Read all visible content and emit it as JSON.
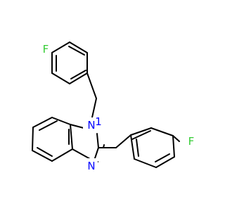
{
  "structure": {
    "atom_labels": {
      "f_top": "F",
      "f_right": "F",
      "n1": "N",
      "n1_number": "1",
      "n3": "N"
    },
    "colors": {
      "bond": "#000000",
      "fluorine": "#33cc33",
      "nitrogen": "#0000ff",
      "background": "#ffffff"
    }
  }
}
